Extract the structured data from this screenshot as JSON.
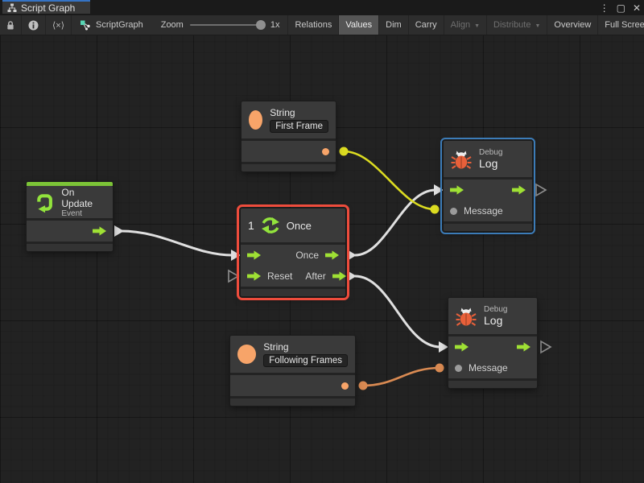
{
  "window": {
    "tab": {
      "title": "Script Graph"
    },
    "controls": {
      "menu": "⋮",
      "maximize": "▢",
      "close": "✕"
    }
  },
  "toolbar": {
    "code_toggle_label": "⟨×⟩",
    "breadcrumb_label": "ScriptGraph",
    "zoom_label": "Zoom",
    "zoom_value": "1x",
    "caret": "▼",
    "buttons": [
      {
        "label": "Relations",
        "state": "normal"
      },
      {
        "label": "Values",
        "state": "active"
      },
      {
        "label": "Dim",
        "state": "normal"
      },
      {
        "label": "Carry",
        "state": "normal"
      },
      {
        "label": "Align",
        "state": "disabled",
        "caret": true
      },
      {
        "label": "Distribute",
        "state": "disabled",
        "caret": true
      },
      {
        "label": "Overview",
        "state": "normal"
      },
      {
        "label": "Full Screen",
        "state": "normal"
      }
    ]
  },
  "graph": {
    "nodes": {
      "string1": {
        "title": "String",
        "value": "First Frame"
      },
      "string2": {
        "title": "String",
        "value": "Following Frames"
      },
      "on_update": {
        "title": "On Update",
        "subtitle": "Event"
      },
      "once": {
        "count": "1",
        "title": "Once",
        "out1_label": "Once",
        "in2_label": "Reset",
        "out2_label": "After"
      },
      "debug1": {
        "kicker": "Debug",
        "title": "Log",
        "message_label": "Message"
      },
      "debug2": {
        "kicker": "Debug",
        "title": "Log",
        "message_label": "Message"
      }
    }
  },
  "colors": {
    "canvas-bg": "#222222",
    "node-bg": "#3a3a3a",
    "node-gap": "#232323",
    "green": "#9fe134",
    "green-strip": "#7cc437",
    "green-icon": "#92e33c",
    "orange": "#f7a469",
    "orange-bug": "#e8603a",
    "orange-wire": "#d98a52",
    "yellow": "#dcdc21",
    "grey-port": "#9b9b9b",
    "red-outline": "#ee4c3c",
    "blue-outline": "#3c7cb8",
    "wire-white": "#e0e0e0",
    "accent-tab": "#3573c4"
  }
}
